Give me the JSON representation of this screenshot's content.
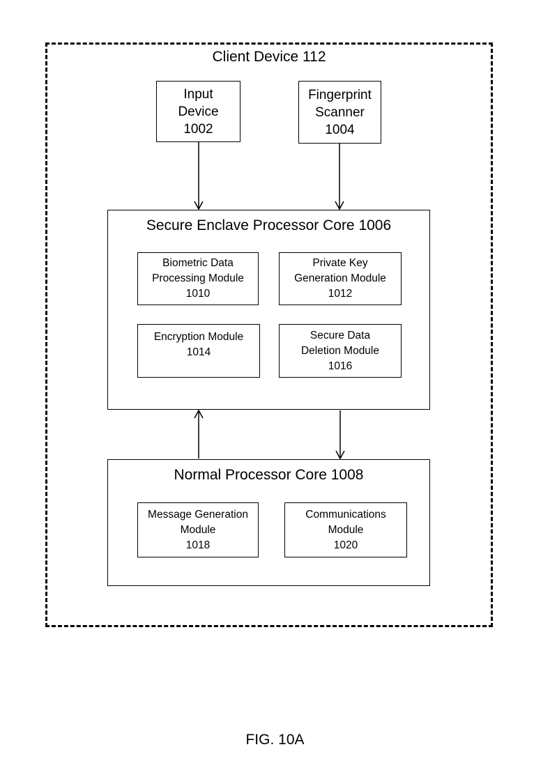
{
  "container": {
    "title": "Client Device 112"
  },
  "input_device": {
    "lines": [
      "Input",
      "Device",
      "1002"
    ]
  },
  "fingerprint_scanner": {
    "lines": [
      "Fingerprint",
      "Scanner",
      "1004"
    ]
  },
  "secure_core": {
    "title": "Secure Enclave Processor Core 1006",
    "modules": [
      {
        "lines": [
          "Biometric Data",
          "Processing Module",
          "1010"
        ]
      },
      {
        "lines": [
          "Private Key",
          "Generation Module",
          "1012"
        ]
      },
      {
        "lines": [
          "Encryption Module",
          "1014"
        ]
      },
      {
        "lines": [
          "Secure Data",
          "Deletion Module",
          "1016"
        ]
      }
    ]
  },
  "normal_core": {
    "title": "Normal Processor Core 1008",
    "modules": [
      {
        "lines": [
          "Message Generation",
          "Module",
          "1018"
        ]
      },
      {
        "lines": [
          "Communications",
          "Module",
          "1020"
        ]
      }
    ]
  },
  "figure_label": "FIG. 10A"
}
